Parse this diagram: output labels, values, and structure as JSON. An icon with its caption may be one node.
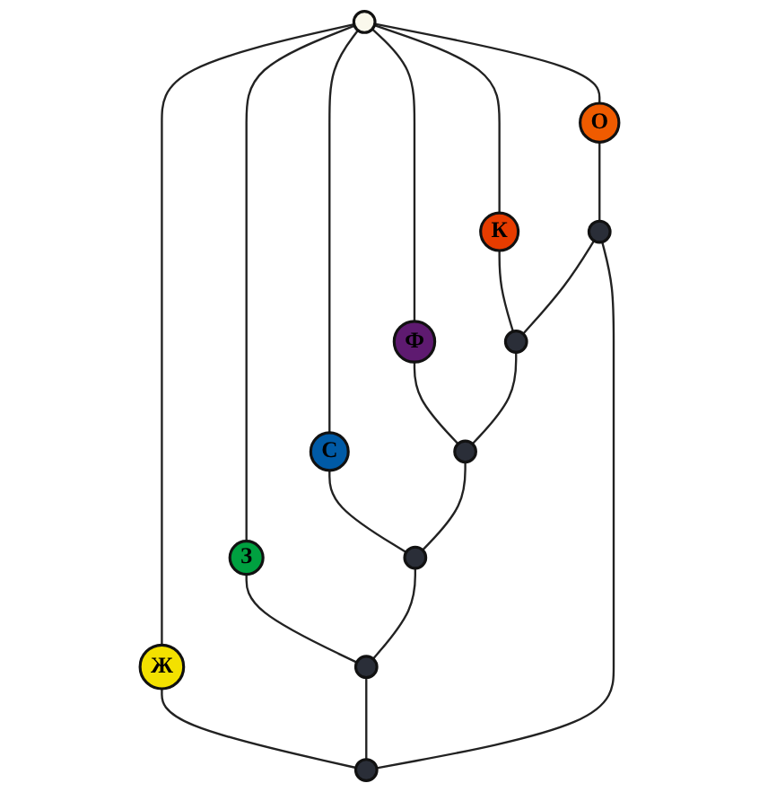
{
  "diagram": {
    "nodes": [
      {
        "text": [],
        "shape": "circle"
      },
      {
        "text": [
          "О"
        ]
      },
      {
        "text": [],
        "shape": "circle"
      },
      {
        "text": [],
        "shape": "circle"
      },
      {
        "text": [
          "Ж"
        ]
      },
      {
        "text": [
          "К"
        ]
      },
      {
        "text": [],
        "shape": "circle"
      },
      {
        "text": [
          "З"
        ]
      },
      {
        "text": [
          "Ф"
        ]
      },
      {
        "text": [],
        "shape": "circle"
      },
      {
        "text": [],
        "shape": "circle"
      },
      {
        "text": [
          "С"
        ]
      },
      {
        "text": [],
        "shape": "circle"
      }
    ],
    "edges": [
      {
        "from": 6,
        "to": 1,
        "arrow": "none"
      },
      {
        "from": 6,
        "to": 5,
        "arrow": "none"
      },
      {
        "from": 6,
        "to": 8,
        "arrow": "none"
      },
      {
        "from": 6,
        "to": 11,
        "arrow": "none"
      },
      {
        "from": 6,
        "to": 7,
        "arrow": "none"
      },
      {
        "from": 6,
        "to": 4,
        "arrow": "none"
      },
      {
        "from": 1,
        "to": 0,
        "arrow": "none"
      },
      {
        "from": 5,
        "to": 3,
        "arrow": "none"
      },
      {
        "from": 8,
        "to": 10,
        "arrow": "none"
      },
      {
        "from": 11,
        "to": 12,
        "arrow": "none"
      },
      {
        "from": 7,
        "to": 9,
        "arrow": "none"
      },
      {
        "from": 4,
        "to": 2,
        "arrow": "none"
      },
      {
        "from": 0,
        "to": 3,
        "arrow": "none"
      },
      {
        "from": 3,
        "to": 10,
        "arrow": "none"
      },
      {
        "from": 10,
        "to": 12,
        "arrow": "none"
      },
      {
        "from": 12,
        "to": 9,
        "arrow": "none"
      },
      {
        "from": 9,
        "to": 2,
        "arrow": "none"
      },
      {
        "from": 2,
        "to": 0,
        "arrow": "none"
      }
    ]
  }
}
